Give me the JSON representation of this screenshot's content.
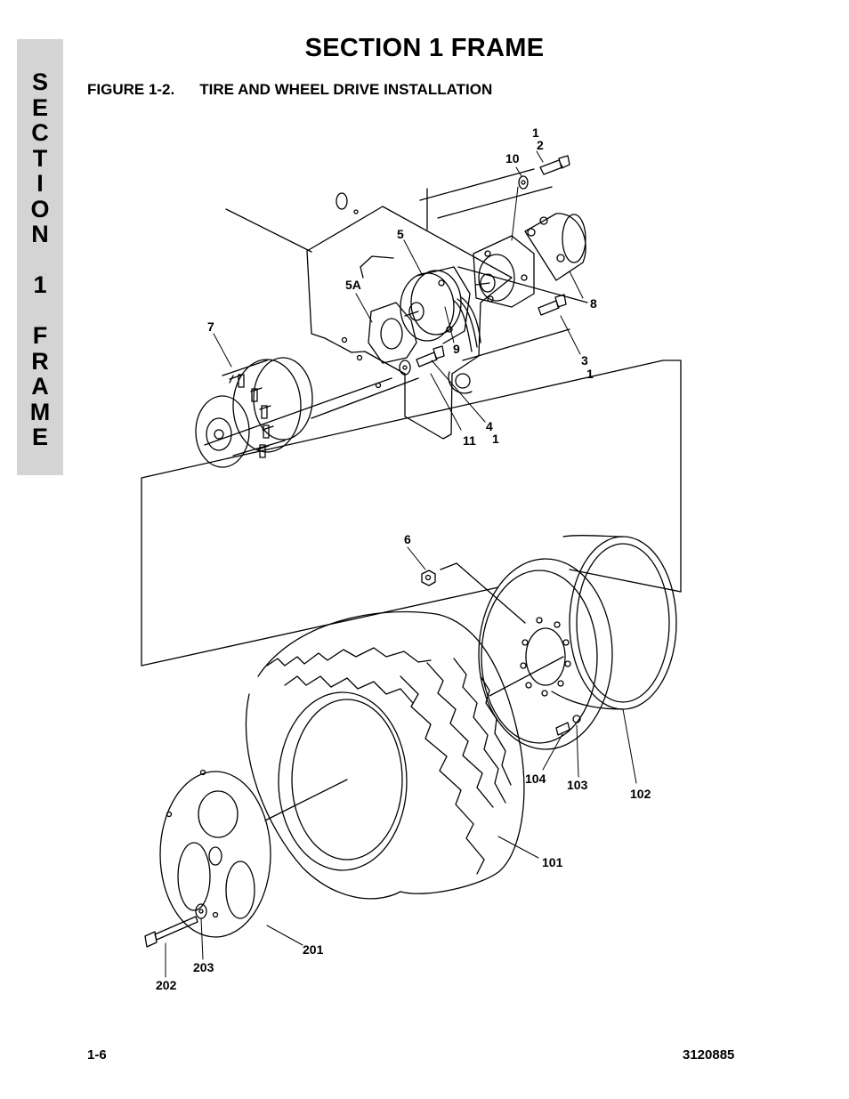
{
  "side_tab": {
    "letters": [
      "S",
      "E",
      "C",
      "T",
      "I",
      "O",
      "N",
      " ",
      "1",
      " ",
      "F",
      "R",
      "A",
      "M",
      "E"
    ]
  },
  "header": {
    "section_title": "SECTION 1  FRAME",
    "figure_number": "FIGURE 1-2.",
    "figure_title": "TIRE AND WHEEL DRIVE INSTALLATION"
  },
  "callouts": {
    "c1_top": "1",
    "c2": "2",
    "c10": "10",
    "c5": "5",
    "c5a": "5A",
    "c7": "7",
    "c8": "8",
    "c9": "9",
    "c3": "3",
    "c1_right": "1",
    "c4": "4",
    "c11": "11",
    "c1_bottom": "1",
    "c6": "6",
    "c104": "104",
    "c103": "103",
    "c102": "102",
    "c101": "101",
    "c201": "201",
    "c203": "203",
    "c202": "202"
  },
  "footer": {
    "page_number": "1-6",
    "doc_number": "3120885"
  }
}
